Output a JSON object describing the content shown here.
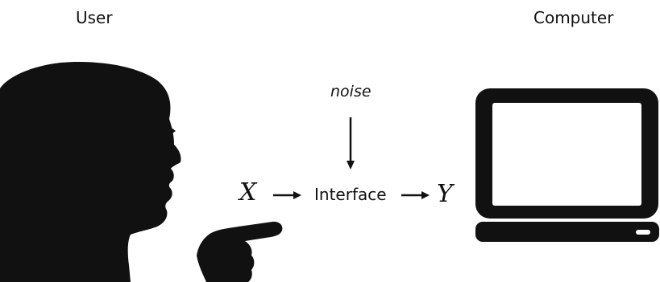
{
  "labels": {
    "user": "User",
    "computer": "Computer",
    "noise": "noise",
    "interface": "Interface",
    "input_var": "X",
    "output_var": "Y"
  },
  "icons": {
    "user": "woman-head-silhouette-pointing-icon",
    "computer": "laptop-icon"
  },
  "colors": {
    "foreground": "#111111",
    "background": "#ffffff"
  }
}
